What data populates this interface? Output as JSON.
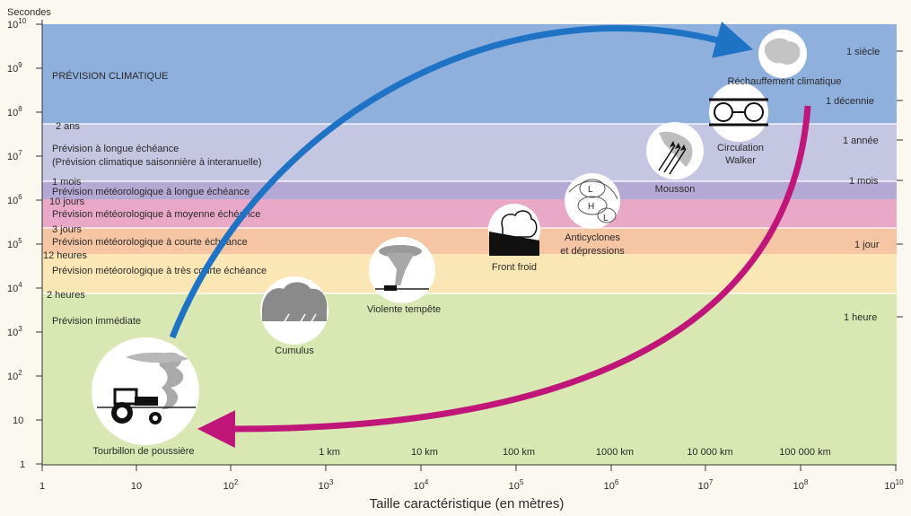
{
  "yaxis_title": "Secondes",
  "xaxis_title": "Taille caractéristique (en mètres)",
  "y_ticks": [
    {
      "base": "10",
      "exp": "10"
    },
    {
      "base": "10",
      "exp": "9"
    },
    {
      "base": "10",
      "exp": "8"
    },
    {
      "base": "10",
      "exp": "7"
    },
    {
      "base": "10",
      "exp": "6"
    },
    {
      "base": "10",
      "exp": "5"
    },
    {
      "base": "10",
      "exp": "4"
    },
    {
      "base": "10",
      "exp": "3"
    },
    {
      "base": "10",
      "exp": "2"
    },
    {
      "base": "10",
      "exp": ""
    },
    {
      "base": "1",
      "exp": ""
    }
  ],
  "x_ticks": [
    {
      "base": "1",
      "exp": ""
    },
    {
      "base": "10",
      "exp": ""
    },
    {
      "base": "10",
      "exp": "2"
    },
    {
      "base": "10",
      "exp": "3"
    },
    {
      "base": "10",
      "exp": "4"
    },
    {
      "base": "10",
      "exp": "5"
    },
    {
      "base": "10",
      "exp": "6"
    },
    {
      "base": "10",
      "exp": "7"
    },
    {
      "base": "10",
      "exp": "8"
    },
    {
      "base": "10",
      "exp": "10"
    }
  ],
  "bands": [
    {
      "label": "PRÉVISION CLIMATIQUE",
      "color": "#8fb0dc"
    },
    {
      "label": "2 ans",
      "color": "#c5c6e2"
    },
    {
      "label": "Prévision à longue échéance",
      "color": "#c5c6e2"
    },
    {
      "label": "(Prévision climatique saisonnière à interanuelle)",
      "color": "#c5c6e2"
    },
    {
      "label": "1 mois",
      "color": "#b4a9d4"
    },
    {
      "label": "Prévision météorologique à longue échéance",
      "color": "#b4a9d4"
    },
    {
      "label": "10 jours",
      "color": "#e9a9c6"
    },
    {
      "label": "Prévision météorologique à moyenne échéance",
      "color": "#e9a9c6"
    },
    {
      "label": "3 jours",
      "color": "#f6c5a3"
    },
    {
      "label": "Prévision météorologique à courte échéance",
      "color": "#f6c5a3"
    },
    {
      "label": "12 heures",
      "color": "#fbe6b6"
    },
    {
      "label": "Prévision météorologique à très courte échéance",
      "color": "#fbe6b6"
    },
    {
      "label": "2 heures",
      "color": "#d9e8b3"
    },
    {
      "label": "Prévision immédiate",
      "color": "#d9e8b3"
    }
  ],
  "right_labels": [
    "1 siècle",
    "1 décennie",
    "1 année",
    "1 mois",
    "1 jour",
    "1 heure"
  ],
  "scale_labels": [
    "1 km",
    "10 km",
    "100 km",
    "1000 km",
    "10 000 km",
    "100 000 km"
  ],
  "events": {
    "dust": "Tourbillon de poussière",
    "cumulus": "Cumulus",
    "storm": "Violente tempête",
    "front": "Front froid",
    "anticyclone_1": "Anticyclones",
    "anticyclone_2": "et dépressions",
    "monsoon": "Mousson",
    "walker_1": "Circulation",
    "walker_2": "Walker",
    "climate": "Réchauffement climatique",
    "low_symbol": "L",
    "high_symbol": "H"
  },
  "colors": {
    "arrow_up": "#1e73c4",
    "arrow_down": "#c0167a",
    "axis": "#333333"
  }
}
